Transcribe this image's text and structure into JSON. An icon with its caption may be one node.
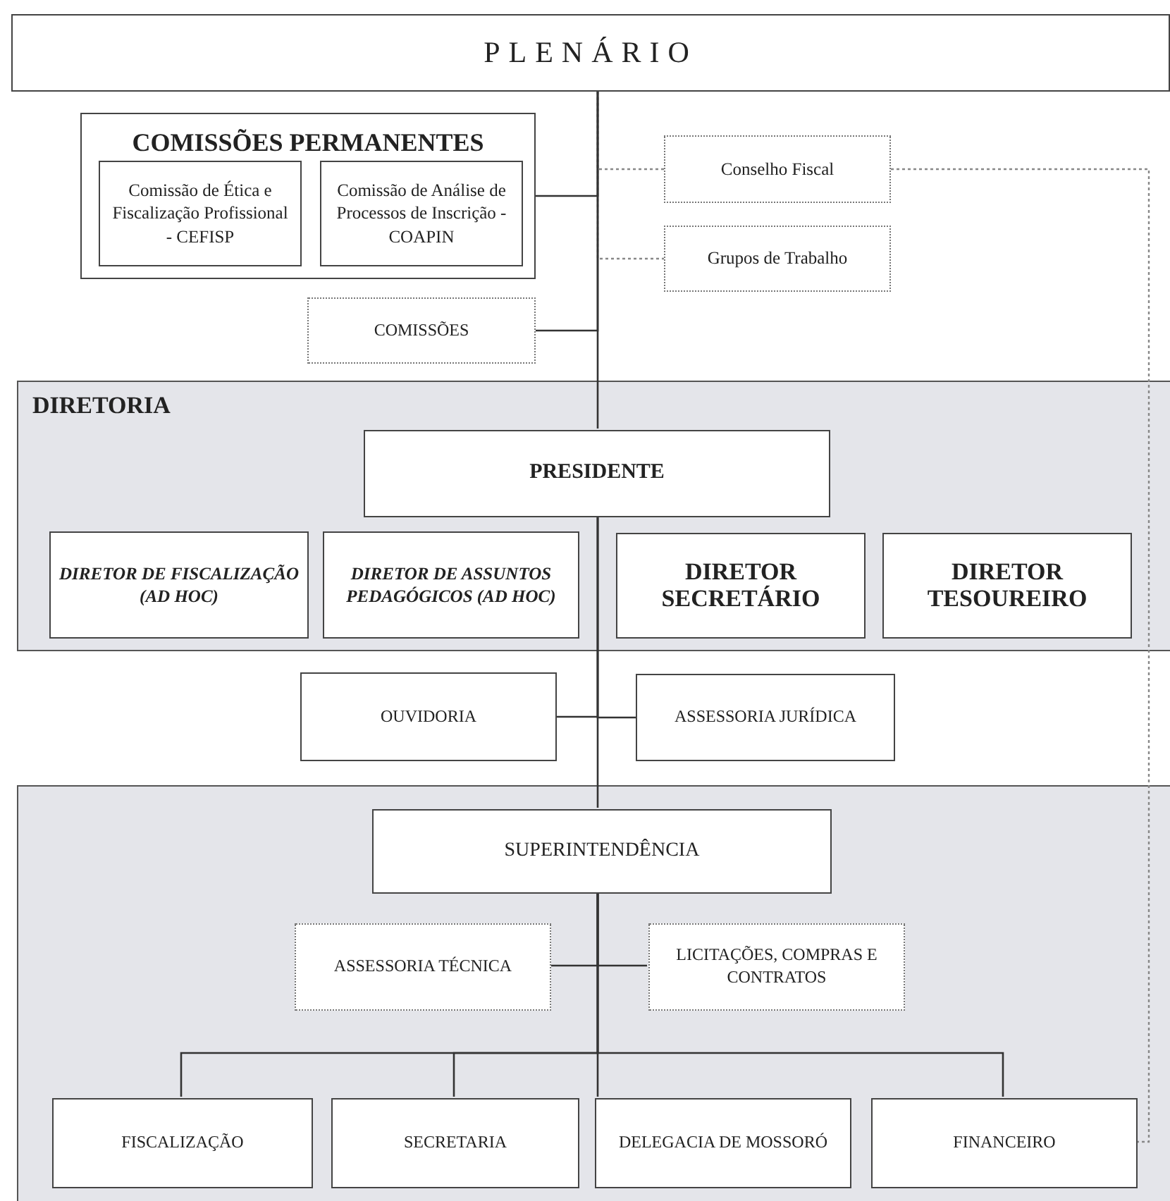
{
  "diagram": {
    "nodes": [
      {
        "text": [
          "PLENÁRIO"
        ]
      },
      {
        "text": [
          "COMISSÕES PERMANENTES"
        ]
      },
      {
        "text": [
          "Comissão de Ética e Fiscalização Profissional - CEFISP"
        ],
        "in": 1
      },
      {
        "text": [
          "Comissão de Análise de Processos de Inscrição - COAPIN"
        ],
        "in": 1
      },
      {
        "text": [
          "COMISSÕES"
        ]
      },
      {
        "text": [
          "Conselho Fiscal"
        ]
      },
      {
        "text": [
          "Grupos de Trabalho"
        ]
      },
      {
        "text": [
          "DIRETORIA"
        ]
      },
      {
        "text": [
          "PRESIDENTE"
        ],
        "in": 7
      },
      {
        "text": [
          "DIRETOR DE FISCALIZAÇÃO (AD HOC)"
        ],
        "in": 7
      },
      {
        "text": [
          "DIRETOR DE ASSUNTOS PEDAGÓGICOS (AD HOC)"
        ],
        "in": 7
      },
      {
        "text": [
          "DIRETOR SECRETÁRIO"
        ],
        "in": 7
      },
      {
        "text": [
          "DIRETOR TESOUREIRO"
        ],
        "in": 7
      },
      {
        "text": [
          "OUVIDORIA"
        ]
      },
      {
        "text": [
          "ASSESSORIA JURÍDICA"
        ]
      },
      {
        "text": [],
        "shape": "box"
      },
      {
        "text": [
          "SUPERINTENDÊNCIA"
        ],
        "in": 15
      },
      {
        "text": [
          "ASSESSORIA TÉCNICA"
        ],
        "in": 15
      },
      {
        "text": [
          "LICITAÇÕES, COMPRAS E CONTRATOS"
        ],
        "in": 15
      },
      {
        "text": [
          "FISCALIZAÇÃO"
        ],
        "in": 15
      },
      {
        "text": [
          "SECRETARIA"
        ],
        "in": 15
      },
      {
        "text": [
          "DELEGACIA DE MOSSORÓ"
        ],
        "in": 15
      },
      {
        "text": [
          "FINANCEIRO"
        ],
        "in": 15
      }
    ],
    "edges": [
      {
        "from": 0,
        "to": 8,
        "arrow": "none"
      },
      {
        "from": 0,
        "to": 1,
        "arrow": "none"
      },
      {
        "from": 0,
        "to": 4,
        "arrow": "none"
      },
      {
        "from": 0,
        "to": 5,
        "arrow": "none",
        "style": "dashed"
      },
      {
        "from": 0,
        "to": 6,
        "arrow": "none",
        "style": "dashed"
      },
      {
        "from": 5,
        "to": 22,
        "arrow": "none",
        "style": "dashed"
      },
      {
        "from": 8,
        "to": 13,
        "arrow": "none"
      },
      {
        "from": 8,
        "to": 14,
        "arrow": "none"
      },
      {
        "from": 8,
        "to": 16,
        "arrow": "none"
      },
      {
        "from": 16,
        "to": 17,
        "arrow": "none"
      },
      {
        "from": 16,
        "to": 18,
        "arrow": "none"
      },
      {
        "from": 16,
        "to": 19,
        "arrow": "none"
      },
      {
        "from": 16,
        "to": 20,
        "arrow": "none"
      },
      {
        "from": 16,
        "to": 21,
        "arrow": "none"
      },
      {
        "from": 16,
        "to": 22,
        "arrow": "none"
      }
    ]
  }
}
